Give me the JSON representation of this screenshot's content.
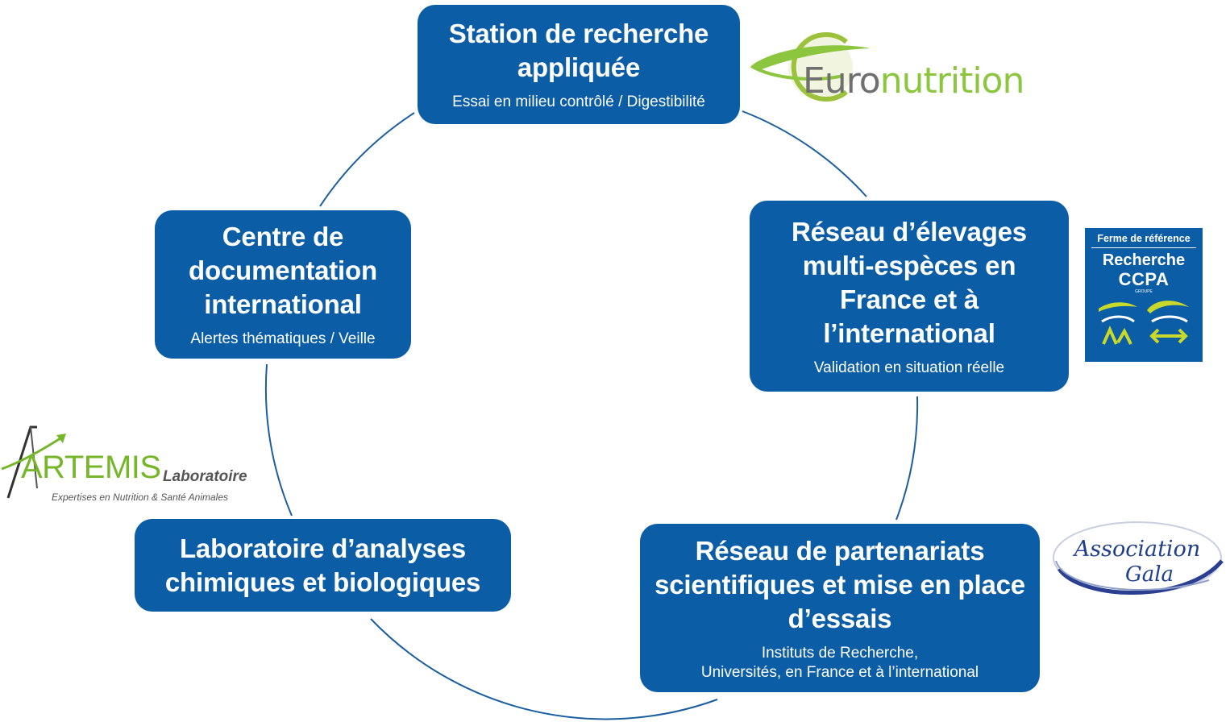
{
  "colors": {
    "box": "#0b5da6",
    "ring": "#1a5ea0",
    "text": "#ffffff",
    "euro_green": "#8cc63f",
    "artemis_green": "#76b72a",
    "gala_blue": "#1f3f8c"
  },
  "nodes": {
    "station": {
      "title": "Station de recherche appliquée",
      "sub": "Essai en milieu contrôlé / Digestibilité"
    },
    "reseau_elevages": {
      "title": "Réseau d’élevages multi-espèces en France et à l’international",
      "sub": "Validation en situation réelle"
    },
    "partenariats": {
      "title": "Réseau de partenariats scientifiques et mise en place d’essais",
      "sub": "Instituts de Recherche,\nUniversités, en France et à l’international"
    },
    "laboratoire": {
      "title": "Laboratoire d’analyses chimiques et biologiques"
    },
    "documentation": {
      "title": "Centre de documentation international",
      "sub": "Alertes thématiques / Veille"
    }
  },
  "logos": {
    "euronutrition": {
      "part1": "Euro",
      "part2": "nutrition"
    },
    "ccpa": {
      "line1": "Ferme de référence",
      "line2": "Recherche",
      "line3": "CCPA",
      "line4": "GROUPE"
    },
    "gala": {
      "line1": "Association",
      "line2": "Gala"
    },
    "artemis": {
      "name": "ARTEMIS",
      "suffix": "Laboratoire",
      "tagline": "Expertises en Nutrition & Santé Animales"
    }
  }
}
